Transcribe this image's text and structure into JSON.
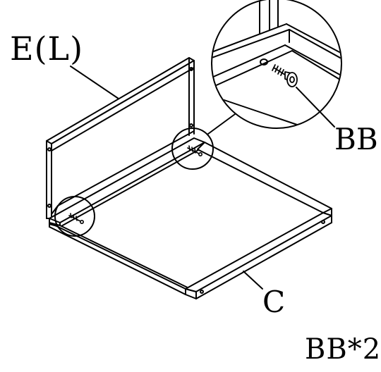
{
  "labels": {
    "panel_e": "E(L)",
    "hardware_bb": "BB",
    "frame_c": "C",
    "quantity": "BB*2"
  },
  "icons": [
    "bolt-icon",
    "washer-icon"
  ],
  "colors": {
    "ink": "#000000",
    "paper": "#ffffff"
  }
}
